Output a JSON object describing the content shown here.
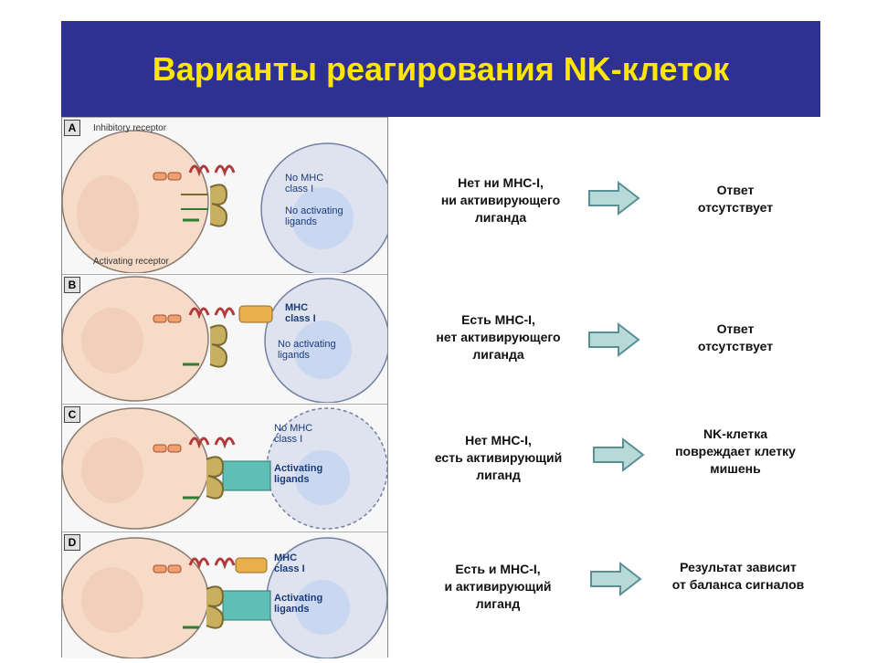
{
  "title": "Варианты реагирования NK-клеток",
  "figure": {
    "panels": [
      {
        "letter": "A",
        "target_label_1": "No MHC\nclass I",
        "target_label_2": "No activating\nligands",
        "top_label": "Inhibitory receptor",
        "bottom_label": "Activating receptor"
      },
      {
        "letter": "B",
        "target_label_1": "MHC\nclass I",
        "target_label_2": "No activating\nligands"
      },
      {
        "letter": "C",
        "target_label_1": "No MHC\nclass I",
        "target_label_2": "Activating\nligands"
      },
      {
        "letter": "D",
        "target_label_1": "MHC\nclass I",
        "target_label_2": "Activating\nligands"
      }
    ]
  },
  "rows": [
    {
      "condition": "Нет ни МНС-I,\nни активирующего\nлиганда",
      "result": "Ответ\nотсутствует"
    },
    {
      "condition": "Есть МНС-I,\nнет активирующего\nлиганда",
      "result": "Ответ\nотсутствует"
    },
    {
      "condition": "Нет МНС-I,\nесть активирующий\nлиганд",
      "result": "NK-клетка\nповреждает клетку\nмишень"
    },
    {
      "condition": "Есть и МНС-I,\nи активирующий\nлиганд",
      "result": "Результат зависит\nот баланса сигналов"
    }
  ],
  "colors": {
    "title_bg": "#2e3192",
    "title_text": "#ffe600",
    "nk_cell": "#f6dcc8",
    "target_cell": "#dfe3f0",
    "arrow_fill": "#b7dad8",
    "arrow_stroke": "#5a8f96",
    "mhc": "#e8b04a",
    "ligand": "#5fbfb6",
    "receptor": "#b9a24a"
  }
}
